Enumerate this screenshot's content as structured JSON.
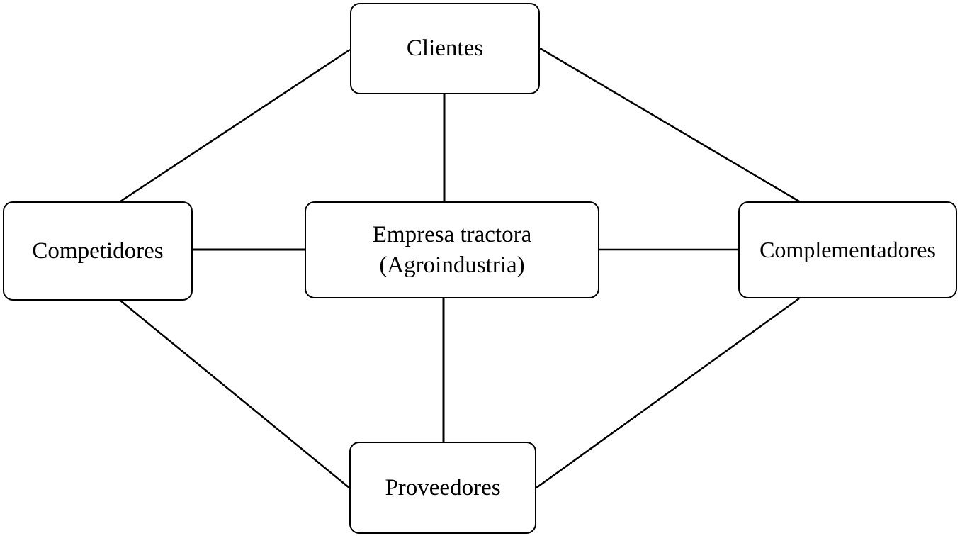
{
  "diagram": {
    "nodes": {
      "clientes": {
        "label": "Clientes"
      },
      "competidores": {
        "label": "Competidores"
      },
      "empresa": {
        "line1": "Empresa tractora",
        "line2": "(Agroindustria)"
      },
      "complementadores": {
        "label": "Complementadores"
      },
      "proveedores": {
        "label": "Proveedores"
      }
    },
    "edges": [
      [
        "clientes",
        "competidores"
      ],
      [
        "clientes",
        "complementadores"
      ],
      [
        "clientes",
        "empresa"
      ],
      [
        "competidores",
        "empresa"
      ],
      [
        "empresa",
        "complementadores"
      ],
      [
        "empresa",
        "proveedores"
      ],
      [
        "competidores",
        "proveedores"
      ],
      [
        "complementadores",
        "proveedores"
      ]
    ],
    "colors": {
      "line": "#000000",
      "box_border": "#000000",
      "background": "#ffffff"
    }
  }
}
